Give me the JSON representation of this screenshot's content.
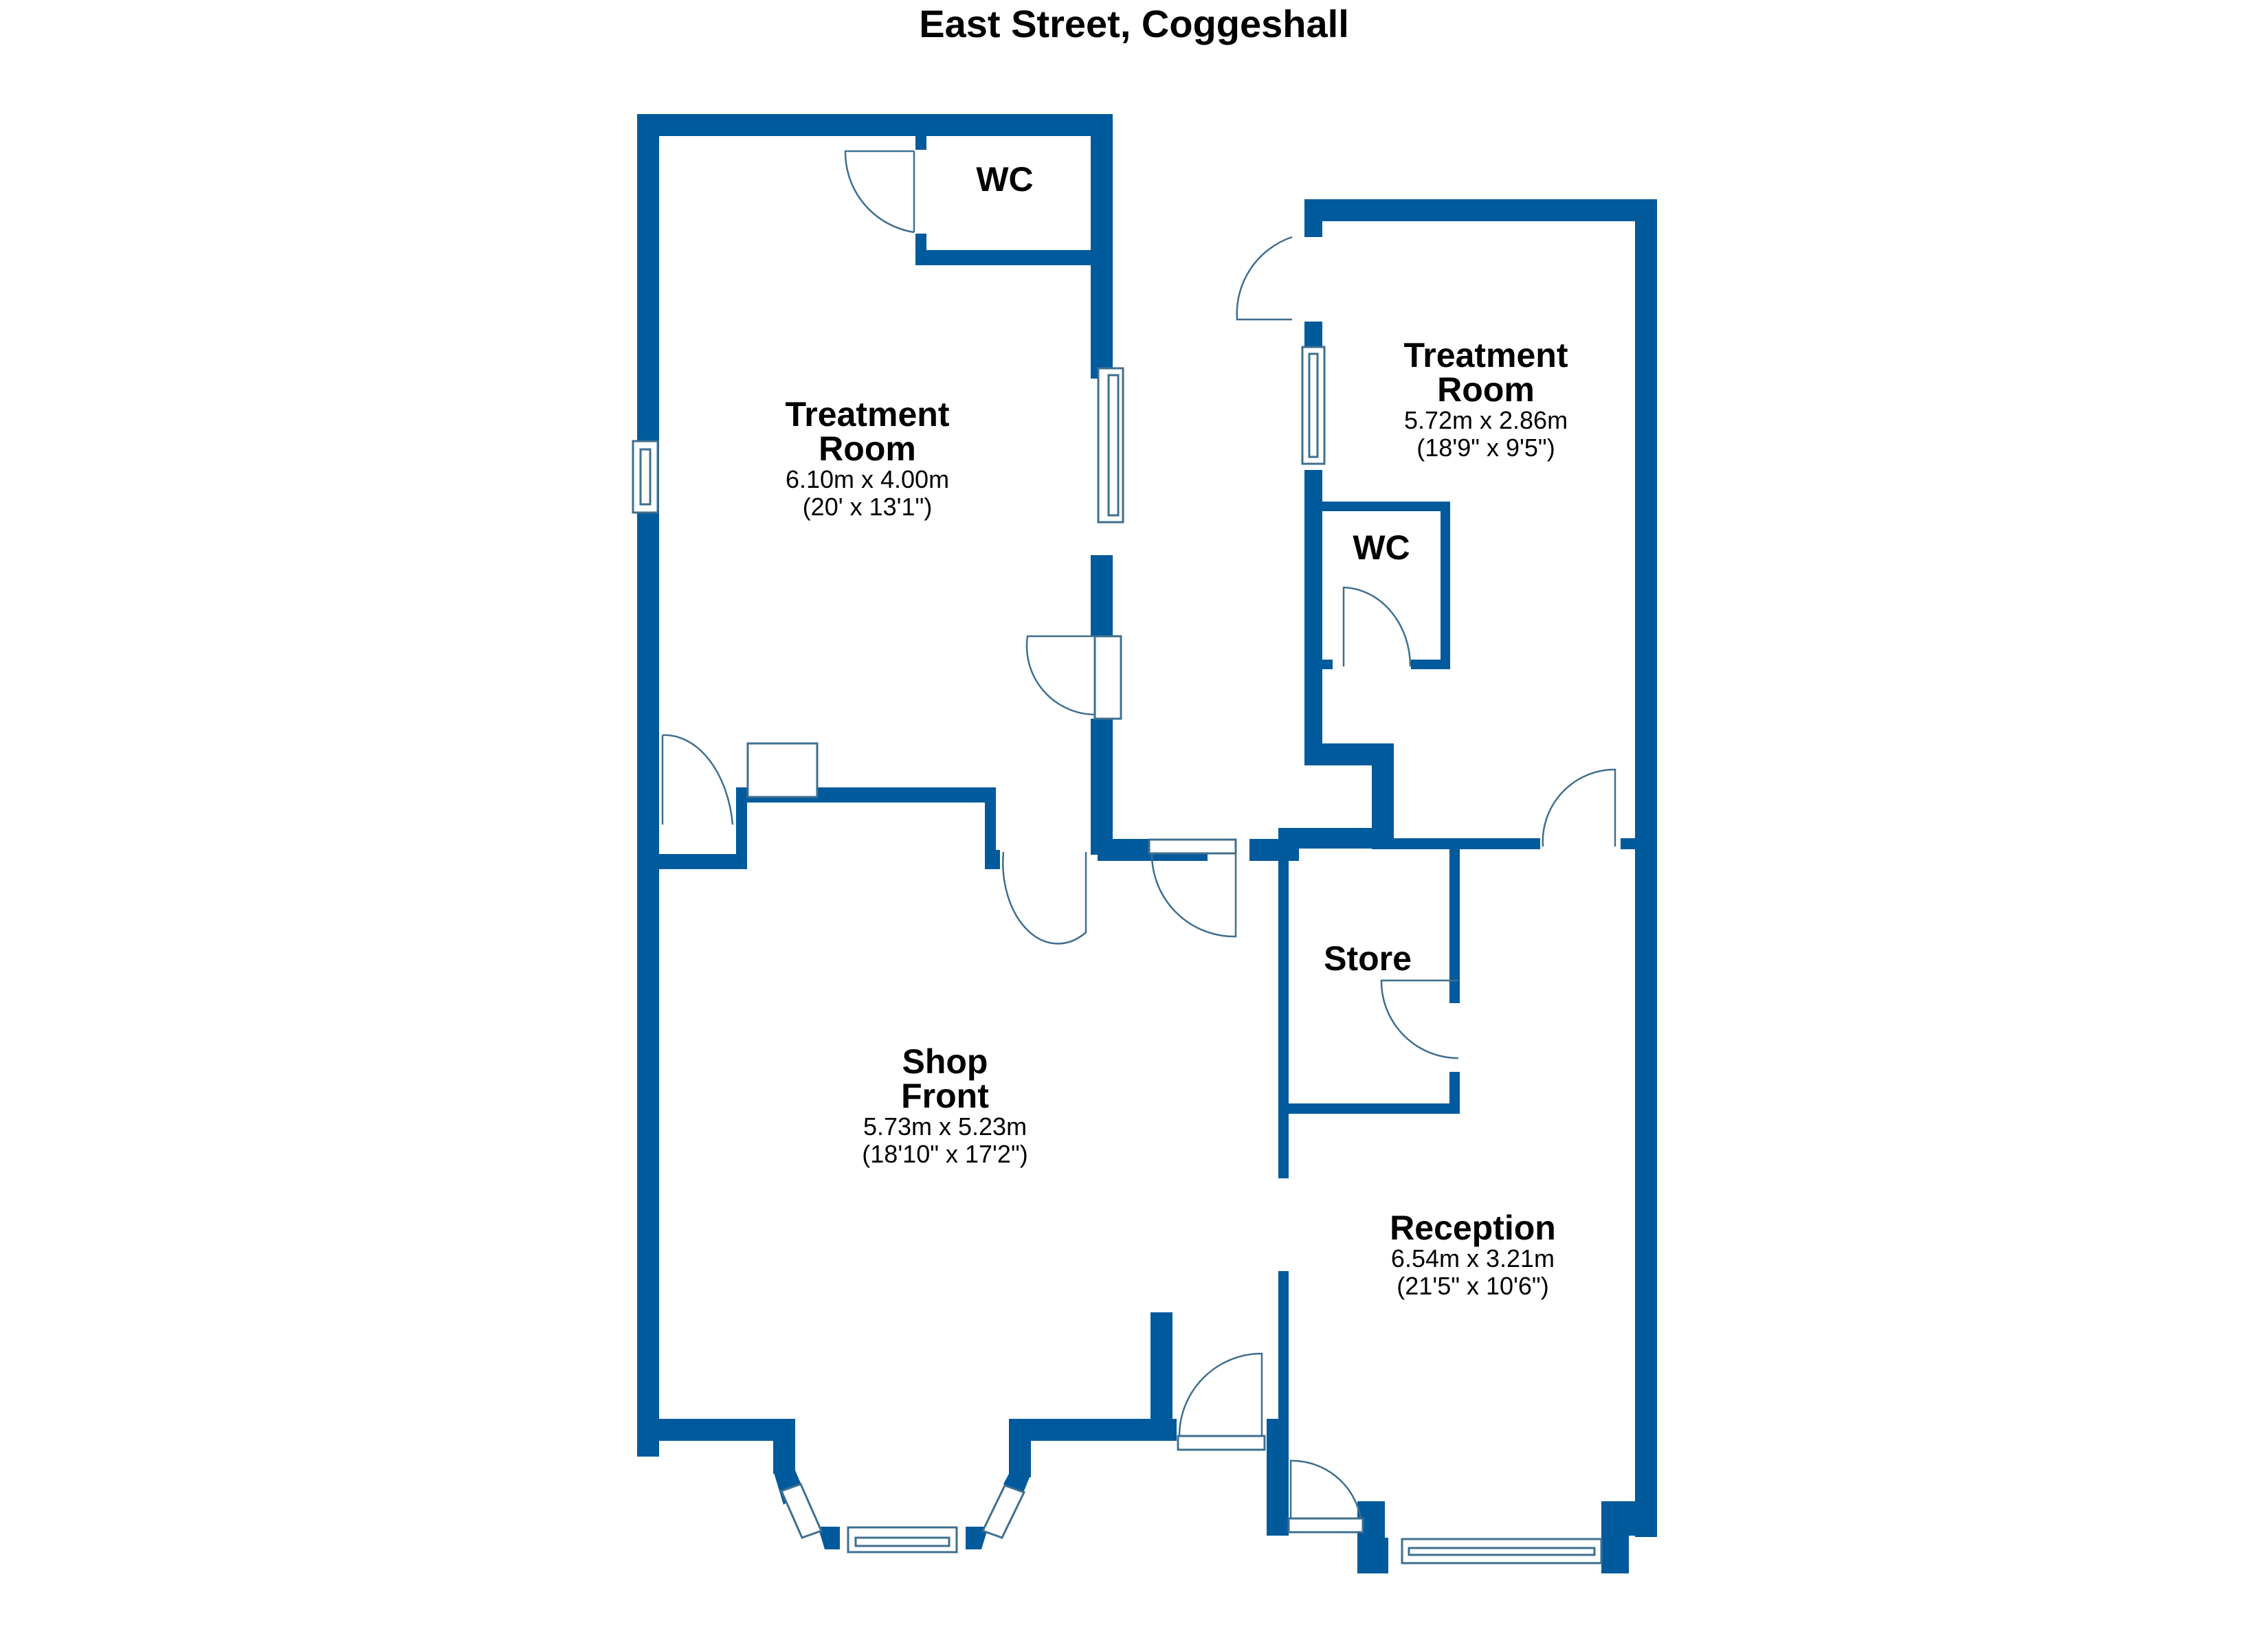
{
  "title": "East Street, Coggeshall",
  "colors": {
    "wall": "#005a9c",
    "fixture_line": "#3f6f8f",
    "background": "#ffffff",
    "text": "#000000"
  },
  "rooms": [
    {
      "id": "treatment-room-1",
      "name_line1": "Treatment",
      "name_line2": "Room",
      "metric": "6.10m x 4.00m",
      "imperial": "(20' x 13'1\")"
    },
    {
      "id": "wc-1",
      "name_line1": "WC"
    },
    {
      "id": "treatment-room-2",
      "name_line1": "Treatment",
      "name_line2": "Room",
      "metric": "5.72m x 2.86m",
      "imperial": "(18'9\" x 9'5\")"
    },
    {
      "id": "wc-2",
      "name_line1": "WC"
    },
    {
      "id": "store",
      "name_line1": "Store"
    },
    {
      "id": "shop-front",
      "name_line1": "Shop",
      "name_line2": "Front",
      "metric": "5.73m x 5.23m",
      "imperial": "(18'10\" x 17'2\")"
    },
    {
      "id": "reception",
      "name_line1": "Reception",
      "metric": "6.54m x 3.21m",
      "imperial": "(21'5\" x 10'6\")"
    }
  ]
}
